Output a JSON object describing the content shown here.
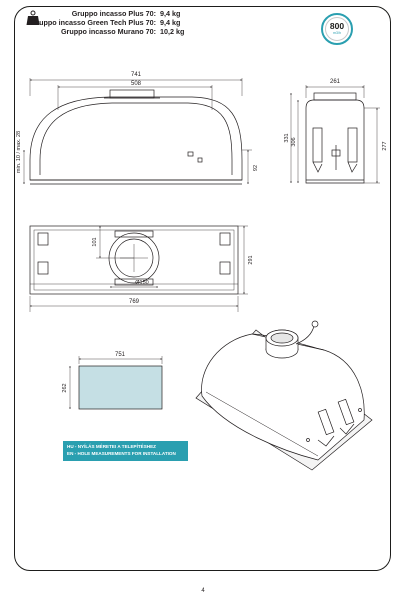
{
  "weights": [
    {
      "name": "Gruppo incasso Plus 70:",
      "value": "9,4 kg"
    },
    {
      "name": "Gruppo incasso Green Tech Plus 70:",
      "value": "9,4 kg"
    },
    {
      "name": "Gruppo incasso Murano 70:",
      "value": "10,2 kg"
    }
  ],
  "badge": {
    "value": "800",
    "unit": "m3/h"
  },
  "dimensions": {
    "front_width_outer": "741",
    "front_width_inner": "508",
    "front_height_range": "min. 10 / max. 28",
    "front_right_height": "92",
    "side_depth": "261",
    "side_height_a": "331",
    "side_height_b": "306",
    "side_height_c": "277",
    "top_depth_offset": "101",
    "top_duct_diameter": "Ø150",
    "top_right_depth": "291",
    "top_width": "769",
    "cutout_width": "751",
    "cutout_depth": "262"
  },
  "banner": {
    "hu": "HU - NYÍLÁS MÉRETEI A TELEPÍTÉSHEZ",
    "en": "EN - HOLE MEASUREMENTS FOR INSTALLATION"
  },
  "page_number": "4",
  "colors": {
    "accent": "#2a9fb0",
    "cutout_fill": "#c5dfe4",
    "line": "#231f20"
  }
}
